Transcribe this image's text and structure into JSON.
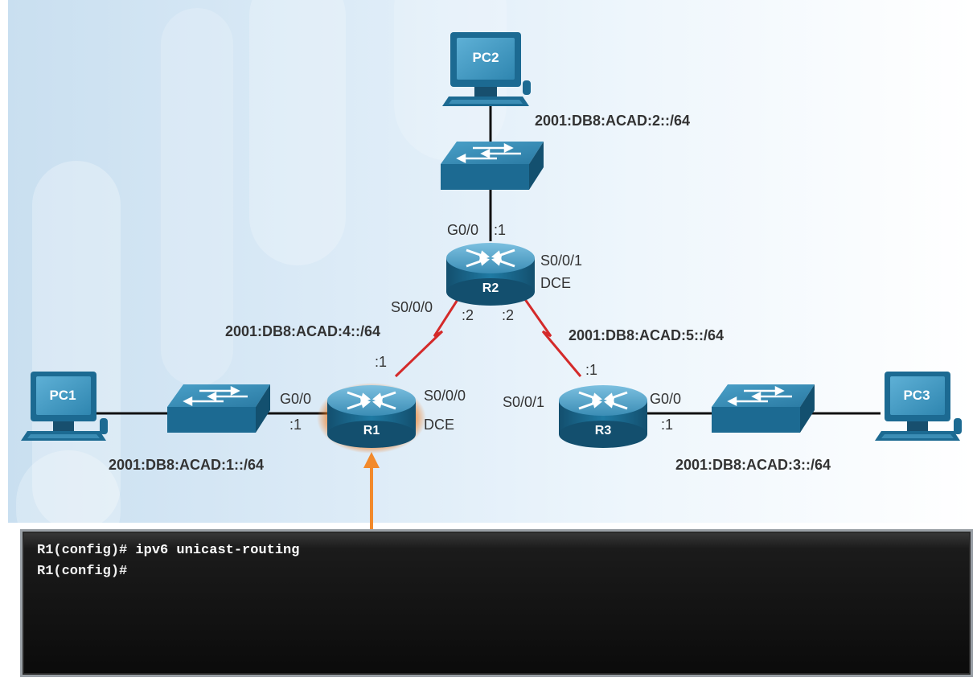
{
  "devices": {
    "pc1": "PC1",
    "pc2": "PC2",
    "pc3": "PC3",
    "r1": "R1",
    "r2": "R2",
    "r3": "R3"
  },
  "networks": {
    "net1": "2001:DB8:ACAD:1::/64",
    "net2": "2001:DB8:ACAD:2::/64",
    "net3": "2001:DB8:ACAD:3::/64",
    "net4": "2001:DB8:ACAD:4::/64",
    "net5": "2001:DB8:ACAD:5::/64"
  },
  "interfaces": {
    "r1_g00": "G0/0",
    "r1_g00_addr": ":1",
    "r1_s000": "S0/0/0",
    "r1_dce": "DCE",
    "r1_s_addr": ":1",
    "r2_g00": "G0/0",
    "r2_g00_addr": ":1",
    "r2_s001": "S0/0/1",
    "r2_dce": "DCE",
    "r2_s000": "S0/0/0",
    "r2_s000_addr": ":2",
    "r2_s001_addr": ":2",
    "r3_s001": "S0/0/1",
    "r3_s_addr": ":1",
    "r3_g00": "G0/0",
    "r3_g00_addr": ":1"
  },
  "terminal": {
    "line1_prompt": "R1(config)#",
    "line1_cmd": "ipv6 unicast-routing",
    "line2_prompt": "R1(config)#"
  },
  "colors": {
    "device_blue": "#1f6e95",
    "device_top": "#5aa7cc",
    "serial_link": "#d42a2a",
    "ethernet_link": "#111111",
    "highlight": "#f07a1c",
    "arrow": "#f28a2c"
  }
}
